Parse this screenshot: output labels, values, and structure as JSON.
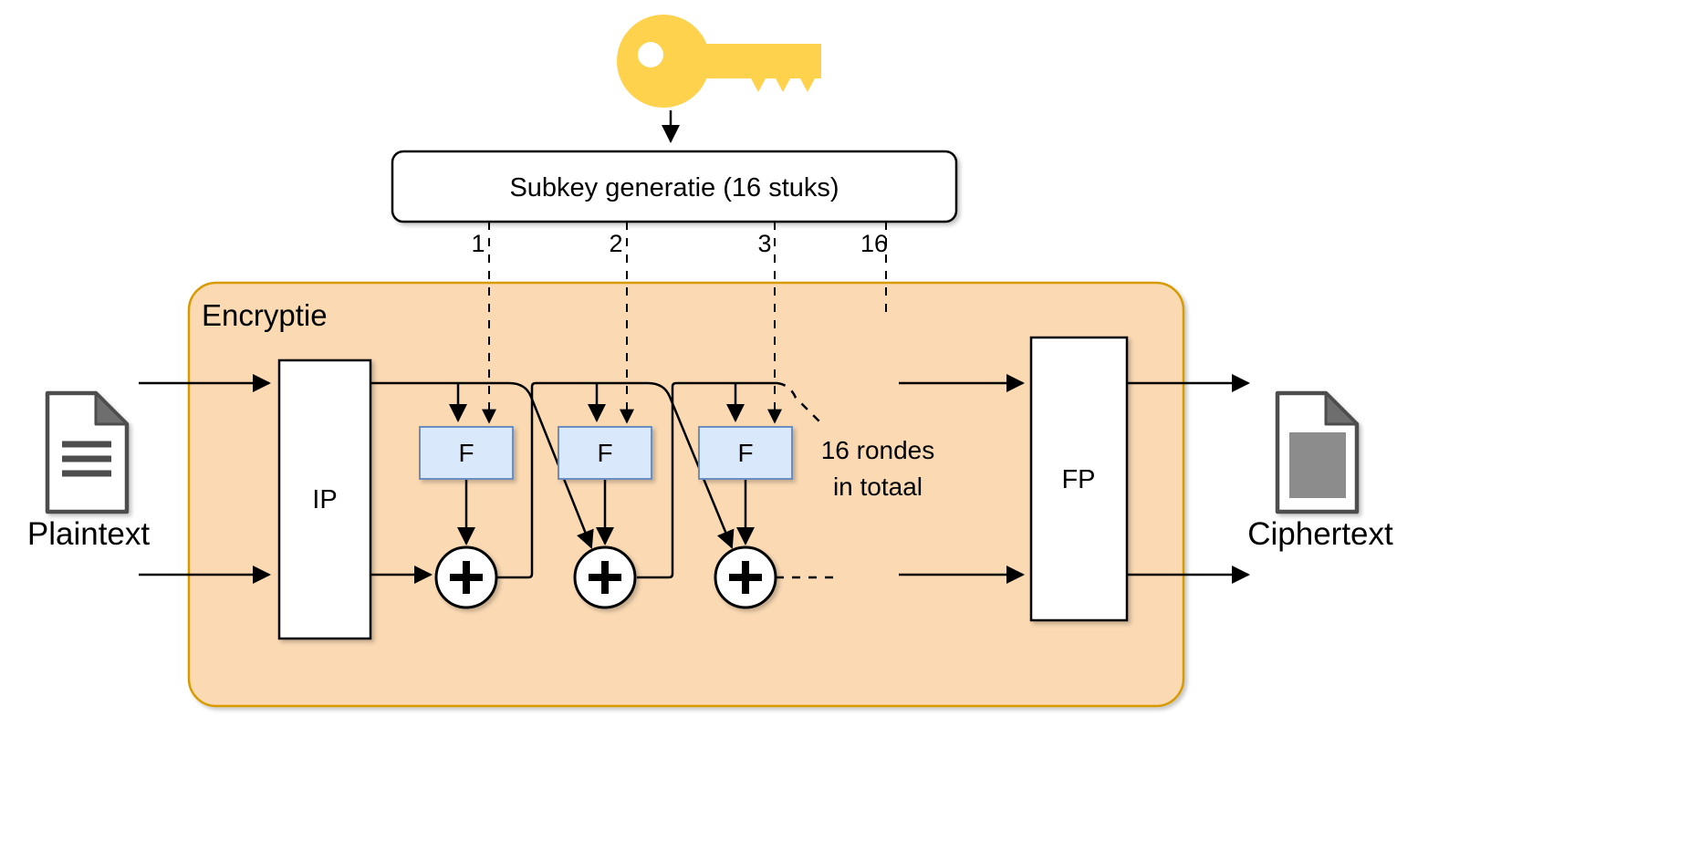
{
  "diagram": {
    "encryption_box_title": "Encryptie",
    "subkey_box_label": "Subkey generatie (16 stuks)",
    "subkey_indices": [
      "1",
      "2",
      "3",
      "16"
    ],
    "ip_label": "IP",
    "fp_label": "FP",
    "f_label": "F",
    "rounds_note": {
      "line1": "16 rondes",
      "line2": "in totaal"
    },
    "plaintext_label": "Plaintext",
    "ciphertext_label": "Ciphertext"
  },
  "colors": {
    "key": "#FFD24D",
    "encryption_box_fill": "#FAD9B3",
    "encryption_box_border": "#D79B00",
    "f_box_fill": "#DAE8FC",
    "f_box_border": "#6C8EBF",
    "document_outline": "#4D4D4D",
    "document_fold": "#6E6E6E",
    "ciphertext_block": "#8C8C8C",
    "arrow_line": "#000000",
    "background": "#FFFFFF"
  }
}
